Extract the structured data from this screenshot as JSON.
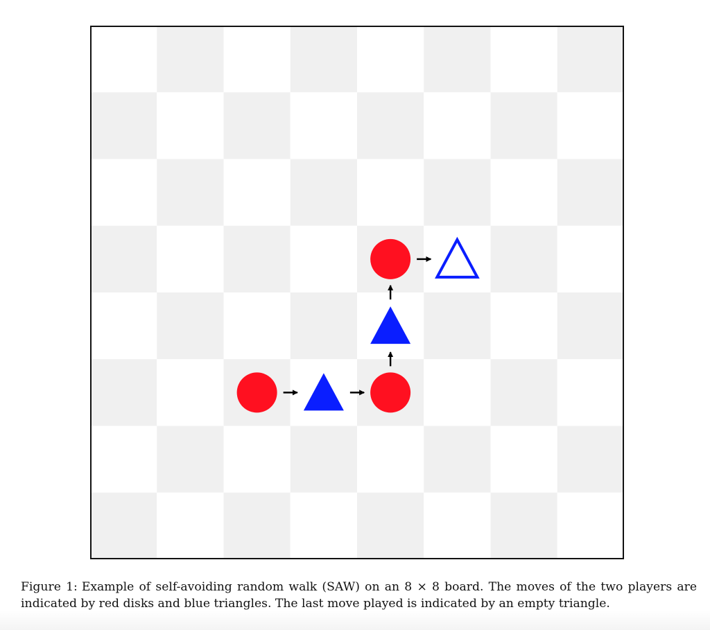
{
  "figure": {
    "label": "Figure 1:",
    "caption": "Example of self-avoiding random walk (SAW) on an 8 × 8 board. The moves of the two players are indicated by red disks and blue triangles. The last move played is indicated by an empty triangle."
  },
  "board": {
    "rows": 8,
    "cols": 8,
    "colors": {
      "light": "#ffffff",
      "dark": "#f0f0f0",
      "border": "#111111",
      "red_player": "#ff1020",
      "blue_player": "#0a1eff",
      "arrow": "#000000"
    },
    "moves": [
      {
        "col": 2,
        "row": 5,
        "piece": "red-disk",
        "filled": true
      },
      {
        "col": 3,
        "row": 5,
        "piece": "blue-triangle",
        "filled": true
      },
      {
        "col": 4,
        "row": 5,
        "piece": "red-disk",
        "filled": true
      },
      {
        "col": 4,
        "row": 4,
        "piece": "blue-triangle",
        "filled": true
      },
      {
        "col": 4,
        "row": 3,
        "piece": "red-disk",
        "filled": true
      },
      {
        "col": 5,
        "row": 3,
        "piece": "blue-triangle",
        "filled": false
      }
    ]
  }
}
